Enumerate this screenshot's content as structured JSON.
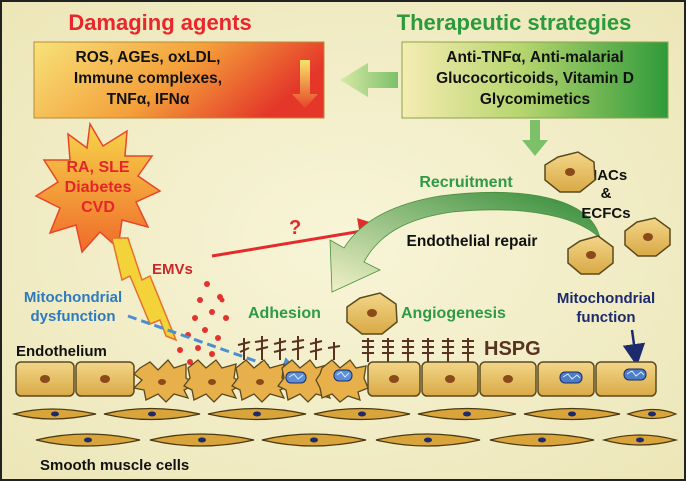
{
  "damaging": {
    "title": "Damaging agents",
    "lines": [
      "ROS, AGEs, oxLDL,",
      "Immune complexes,",
      "TNFα, IFNα"
    ]
  },
  "therapeutic": {
    "title": "Therapeutic strategies",
    "lines": [
      "Anti-TNFα, Anti-malarial",
      "Glucocorticoids, Vitamin D",
      "Glycomimetics"
    ]
  },
  "diseases": [
    "RA, SLE",
    "Diabetes",
    "CVD"
  ],
  "labels": {
    "recruitment": "Recruitment",
    "macs": [
      "MACs",
      "&",
      "ECFCs"
    ],
    "question": "?",
    "endothelial_repair": "Endothelial repair",
    "emvs": "EMVs",
    "mito_dysfunction": [
      "Mitochondrial",
      "dysfunction"
    ],
    "mito_function": [
      "Mitochondrial",
      "function"
    ],
    "adhesion": "Adhesion",
    "angiogenesis": "Angiogenesis",
    "endothelium": "Endothelium",
    "hspg": "HSPG",
    "smooth_muscle": "Smooth muscle cells"
  },
  "colors": {
    "background": "#f3efc8",
    "damaging_title": "#e8262b",
    "therapeutic_title": "#2b9a3c",
    "green_label": "#2e9a45",
    "blue_label": "#2d7bbf",
    "navy_label": "#1d2a6b",
    "red_arrow": "#e32b2b"
  }
}
